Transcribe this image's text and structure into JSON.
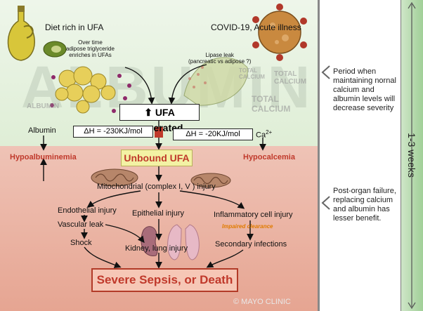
{
  "diagram": {
    "top_labels": {
      "diet": "Diet rich in UFA",
      "adipose_note": "Over time\nadipose triglyceride\nenriches in UFAs",
      "covid": "COVID-19, Acute illness",
      "lipase": "Lipase leak\n(pancreatic vs adipose ?)",
      "watermark": "ALBUMIN",
      "albumin_small": "ALBUMIN",
      "total_calcium_1": "TOTAL\nCALCIUM",
      "total_calcium_2": "TOTAL\nCALCIUM",
      "total_calcium_3": "TOTAL\nCALCIUM"
    },
    "uf_generated": "UFA generated",
    "equilibrium": {
      "albumin": "Albumin",
      "dh1": "ΔH = -230KJ/mol",
      "dh2": "ΔH = -20KJ/mol",
      "calcium": "Ca",
      "calcium_sup": "2+"
    },
    "bottom": {
      "unbound": "Unbound UFA",
      "hypoalbuminemia": "Hypoalbuminemia",
      "hypocalcemia": "Hypocalcemia",
      "mitochondrial": "Mitochondrial (complex I, V ) injury",
      "endothelial": "Endothelial injury",
      "vascular": "Vascular leak",
      "epithelial": "Epithelial injury",
      "inflammatory": "Inflammatory cell injury",
      "impaired": "Impaired clearance",
      "shock": "Shock",
      "kidney": "Kidney, lung injury",
      "secondary": "Secondary infections",
      "sepsis": "Severe Sepsis, or Death",
      "copyright": "© MAYO CLINIC"
    },
    "right_panel": {
      "top_note": "Period when maintaining nornal calcium and albumin levels will decrease severity",
      "bottom_note": "Post-organ failure, replacing calcium and albumin has lesser benefit.",
      "timeline": "1-3 weeks"
    },
    "colors": {
      "top_panel": "#e5f1de",
      "bottom_panel": "#e9ad9b",
      "red_text": "#c0392b",
      "unbound_fill": "#f3f2a4",
      "sepsis_fill": "#f6c7b6"
    }
  }
}
